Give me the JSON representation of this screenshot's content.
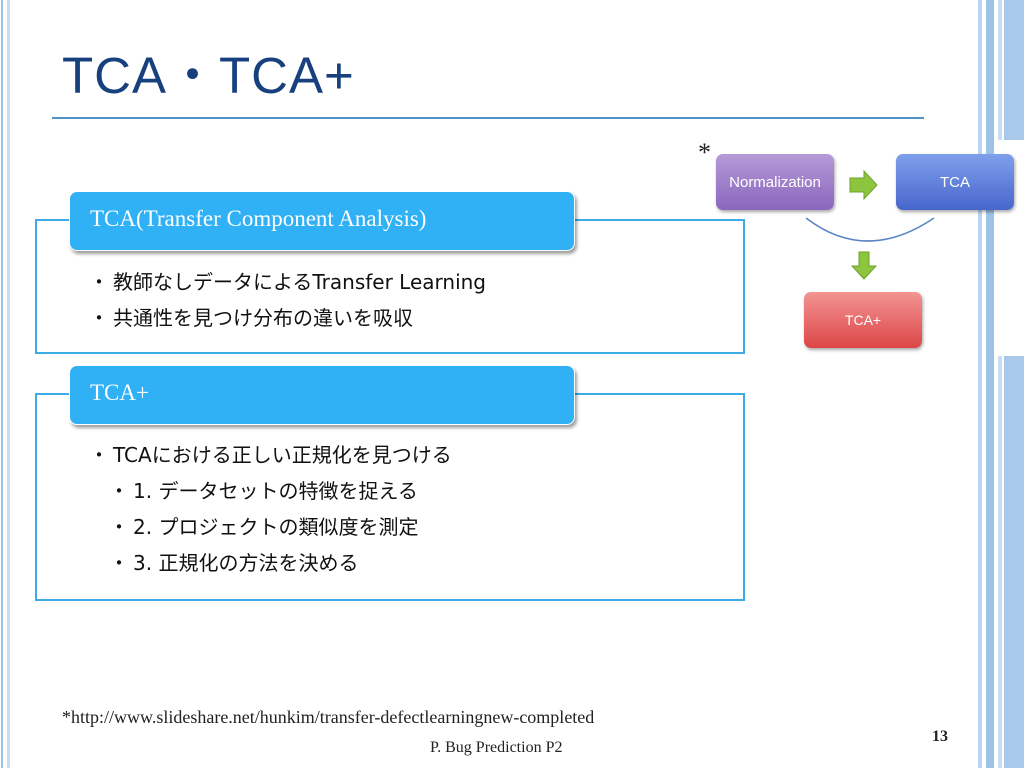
{
  "slide": {
    "title": "TCA・TCA+",
    "page_number": "13",
    "footer": "P. Bug Prediction P2",
    "footnote": "*http://www.slideshare.net/hunkim/transfer-defectlearningnew-completed"
  },
  "box1": {
    "heading": "TCA(Transfer Component Analysis)",
    "bullets": [
      "教師なしデータによるTransfer Learning",
      "共通性を見つけ分布の違いを吸収"
    ]
  },
  "box2": {
    "heading": "TCA+",
    "bullet": "TCAにおける正しい正規化を見つける",
    "sub_bullets": [
      "1. データセットの特徴を捉える",
      "2. プロジェクトの類似度を測定",
      "3. 正規化の方法を決める"
    ]
  },
  "bullet_symbol": "・",
  "diagram": {
    "marker": "*",
    "nodes": {
      "normalization": "Normalization",
      "tca": "TCA",
      "tca_plus": "TCA+"
    },
    "colors": {
      "normalization": "#8a67bd",
      "tca": "#4866cc",
      "tca_plus": "#dc4646",
      "arrow": "#8cc63f",
      "curve": "#5b86c4"
    }
  },
  "theme": {
    "title_color": "#17407e",
    "accent": "#30b1f5",
    "rule": "#4f93c8"
  }
}
